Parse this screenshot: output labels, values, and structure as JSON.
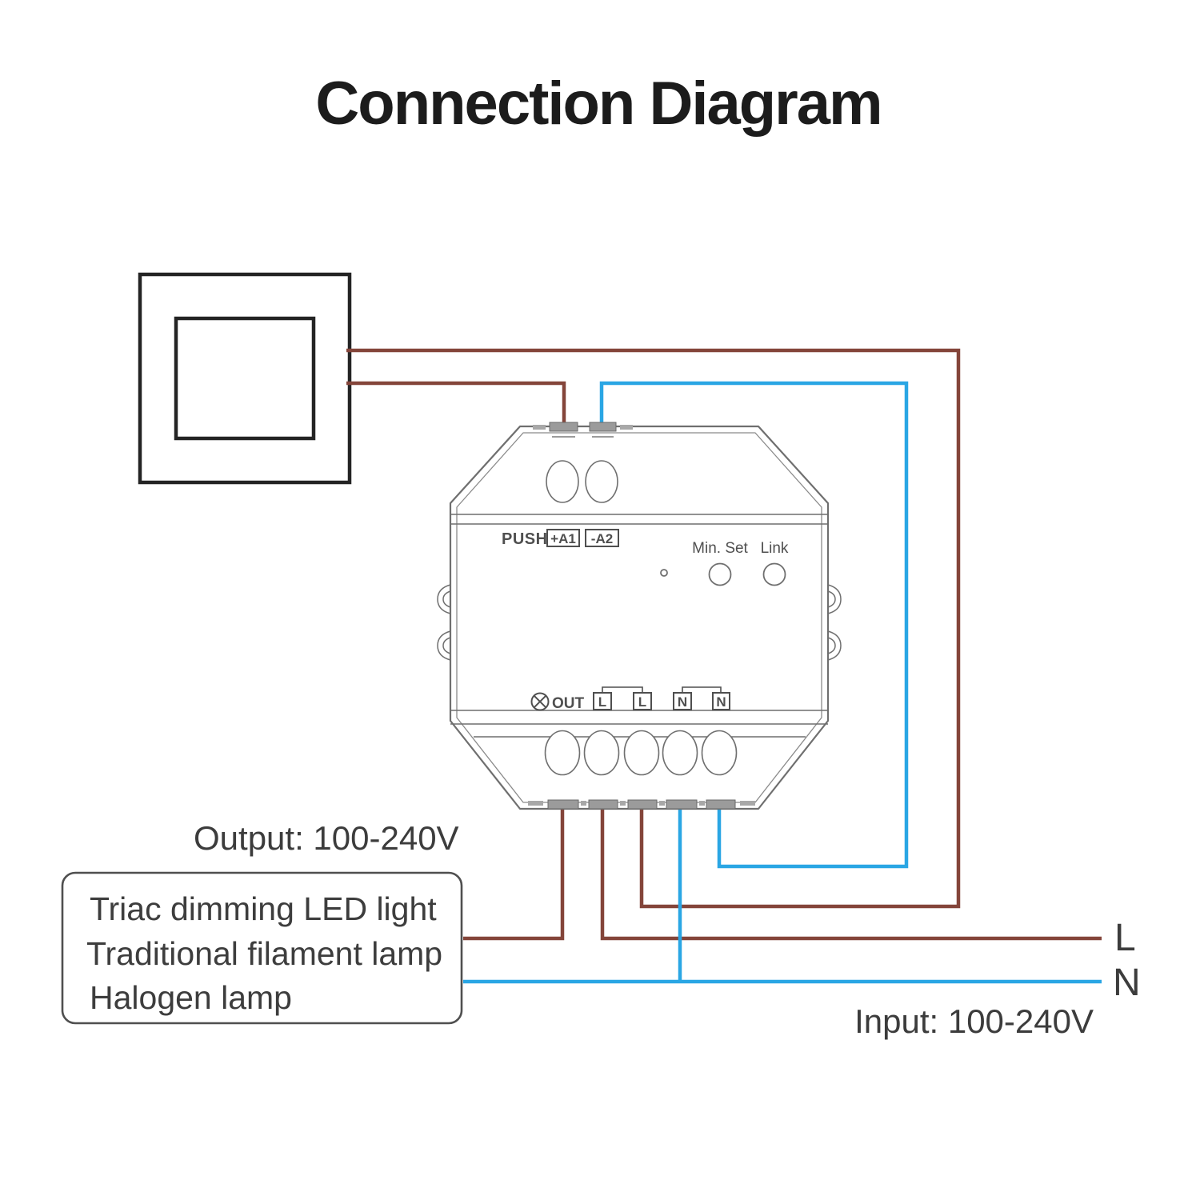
{
  "title": "Connection Diagram",
  "labels": {
    "output": "Output: 100-240V",
    "input": "Input: 100-240V",
    "live": "L",
    "neutral": "N"
  },
  "load_box": {
    "lines": [
      "Triac dimming LED light",
      "Traditional filament lamp",
      "Halogen lamp"
    ]
  },
  "device": {
    "push": "PUSH",
    "a1": "+A1",
    "a2": "-A2",
    "min_set": "Min. Set",
    "link": "Link",
    "out": "OUT",
    "terminals_bottom": [
      "L",
      "L",
      "N",
      "N"
    ]
  },
  "colors": {
    "live_wire": "#84453a",
    "neutral_wire": "#2aa6e4",
    "device_outline": "#6f6f6f",
    "device_text": "#4f4f4f",
    "label_text": "#3c3c3c",
    "switch_outline": "#242424",
    "terminal_fill": "#9b9b9b",
    "title_text": "#1c1c1c"
  }
}
